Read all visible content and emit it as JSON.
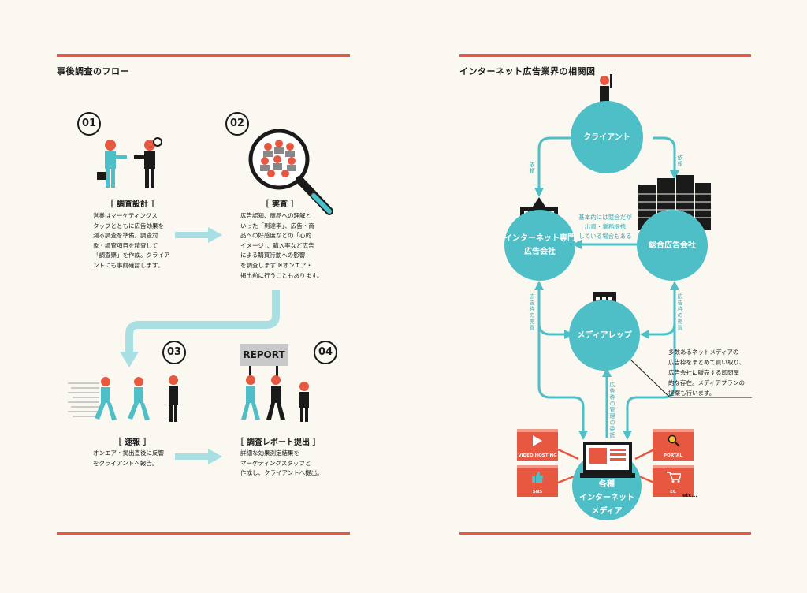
{
  "left": {
    "title": "事後調査のフロー",
    "steps": [
      {
        "num": "01",
        "title": "［ 調査設計 ］",
        "text": "営業はマーケティングス\nタッフとともに広告効果を\n測る調査を準備。調査対\n象・調査項目を精査して\n「調査票」を作成。クライア\nントにも事前確認します。"
      },
      {
        "num": "02",
        "title": "［ 実査 ］",
        "text": "広告認知、商品への理解と\nいった「到達率」、広告・商\n品への好感度などの「心的\nイメージ」、購入率など広告\nによる購買行動への影響\nを調査します ※オンエア・\n掲出前に行うこともあります。"
      },
      {
        "num": "03",
        "title": "［ 速報 ］",
        "text": "オンエア・掲出直後に反響\nをクライアントへ報告。"
      },
      {
        "num": "04",
        "title": "［ 調査レポート提出 ］",
        "text": "詳細な効果測定結果を\nマーケティングスタッフと\n作成し、クライアントへ提出。"
      }
    ],
    "report_label": "REPORT"
  },
  "right": {
    "title": "インターネット広告業界の相関図",
    "nodes": {
      "client": "クライアント",
      "net_agency": "インターネット専門\n広告会社",
      "general_agency": "総合広告会社",
      "media_rep": "メディアレップ",
      "media": "各種\nインターネット\nメディア"
    },
    "labels": {
      "request_left": "依頼",
      "request_right": "依頼",
      "sales_left": "広告枠の売買",
      "sales_right": "広告枠の売買",
      "management": "広告枠の管理の委託",
      "competition": "基本的には競合だが\n出資・業務提携\nしている場合もある"
    },
    "description": "多数あるネットメディアの\n広告枠をまとめて買い取り、\n広告会社に販売する卸問屋\n的な存在。メディアプランの\n提案も行います。",
    "media_items": [
      "VIDEO HOSTING",
      "PORTAL",
      "SNS",
      "EC"
    ],
    "etc": "etc..."
  },
  "colors": {
    "accent": "#e8573f",
    "teal": "#4ebfc7",
    "light_teal": "#a7dfe3"
  }
}
